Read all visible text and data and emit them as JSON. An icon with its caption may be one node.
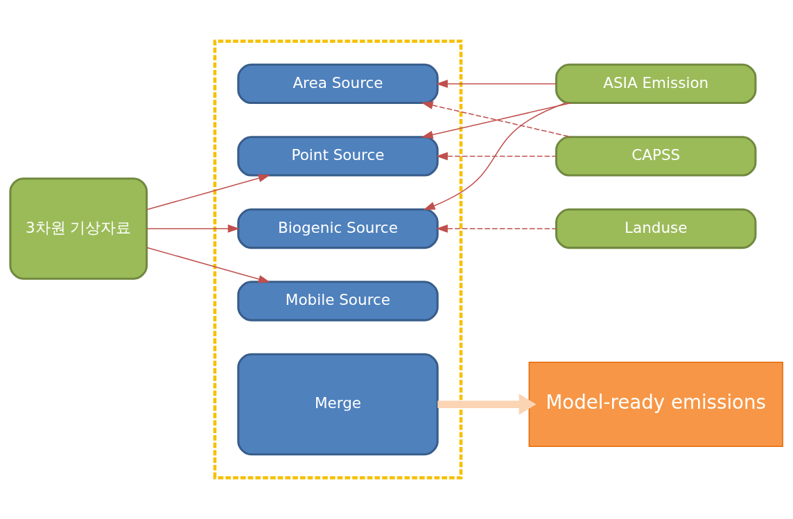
{
  "diagram": {
    "nodes": [
      {
        "text": [],
        "shape": "box"
      },
      {
        "text": [
          "Area Source"
        ],
        "in": 0
      },
      {
        "text": [
          "Point Source"
        ],
        "in": 0
      },
      {
        "text": [
          "Biogenic Source"
        ],
        "in": 0
      },
      {
        "text": [
          "Mobile Source"
        ],
        "in": 0
      },
      {
        "text": [
          "Merge"
        ],
        "in": 0
      },
      {
        "text": [
          "3차원 기상자료"
        ]
      },
      {
        "text": [
          "ASIA Emission"
        ]
      },
      {
        "text": [
          "CAPSS"
        ]
      },
      {
        "text": [
          "Landuse"
        ]
      },
      {
        "text": [
          "Model-ready emissions"
        ]
      }
    ],
    "edges": [
      {
        "from": 6,
        "to": 2,
        "arrow": "to"
      },
      {
        "from": 6,
        "to": 3,
        "arrow": "to"
      },
      {
        "from": 6,
        "to": 4,
        "arrow": "to"
      },
      {
        "from": 7,
        "to": 1,
        "arrow": "to"
      },
      {
        "from": 7,
        "to": 2,
        "arrow": "to"
      },
      {
        "from": 7,
        "to": 3,
        "arrow": "to"
      },
      {
        "from": 8,
        "to": 1,
        "arrow": "to",
        "style": "dashed"
      },
      {
        "from": 8,
        "to": 2,
        "arrow": "to",
        "style": "dashed"
      },
      {
        "from": 9,
        "to": 3,
        "arrow": "to",
        "style": "dashed"
      },
      {
        "from": 5,
        "to": 10,
        "arrow": "to",
        "style": "thick",
        "color": "#fbd4b4"
      }
    ]
  }
}
